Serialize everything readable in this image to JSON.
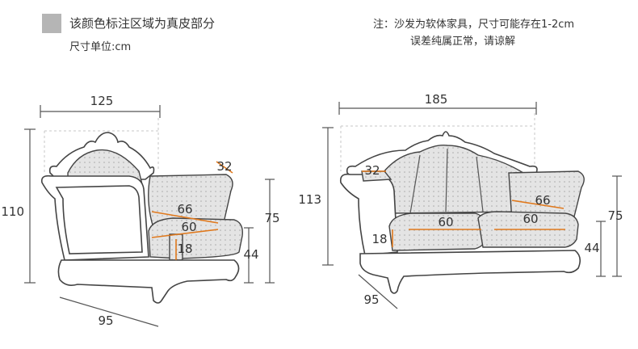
{
  "legend": {
    "swatch_color": "#b5b5b5",
    "label": "该颜色标注区域为真皮部分",
    "unit": "尺寸单位:cm"
  },
  "note": {
    "line1": "注：沙发为软体家具，尺寸可能存在1-2cm",
    "line2": "误差纯属正常，请谅解"
  },
  "colors": {
    "accent_line": "#e0791d",
    "leather_fill": "#e4e4e4",
    "dimension_line": "#555555"
  },
  "armchair": {
    "width": "125",
    "height": "110",
    "depth": "95",
    "arm_width": "32",
    "back_width": "66",
    "seat_width": "60",
    "seat_thickness": "18",
    "total_height": "75",
    "seat_height": "44"
  },
  "loveseat": {
    "width": "185",
    "height": "113",
    "depth": "95",
    "arm_width": "32",
    "back_width": "66",
    "seat_left": "60",
    "seat_right": "60",
    "seat_thickness": "18",
    "total_height": "75",
    "seat_height": "44"
  }
}
